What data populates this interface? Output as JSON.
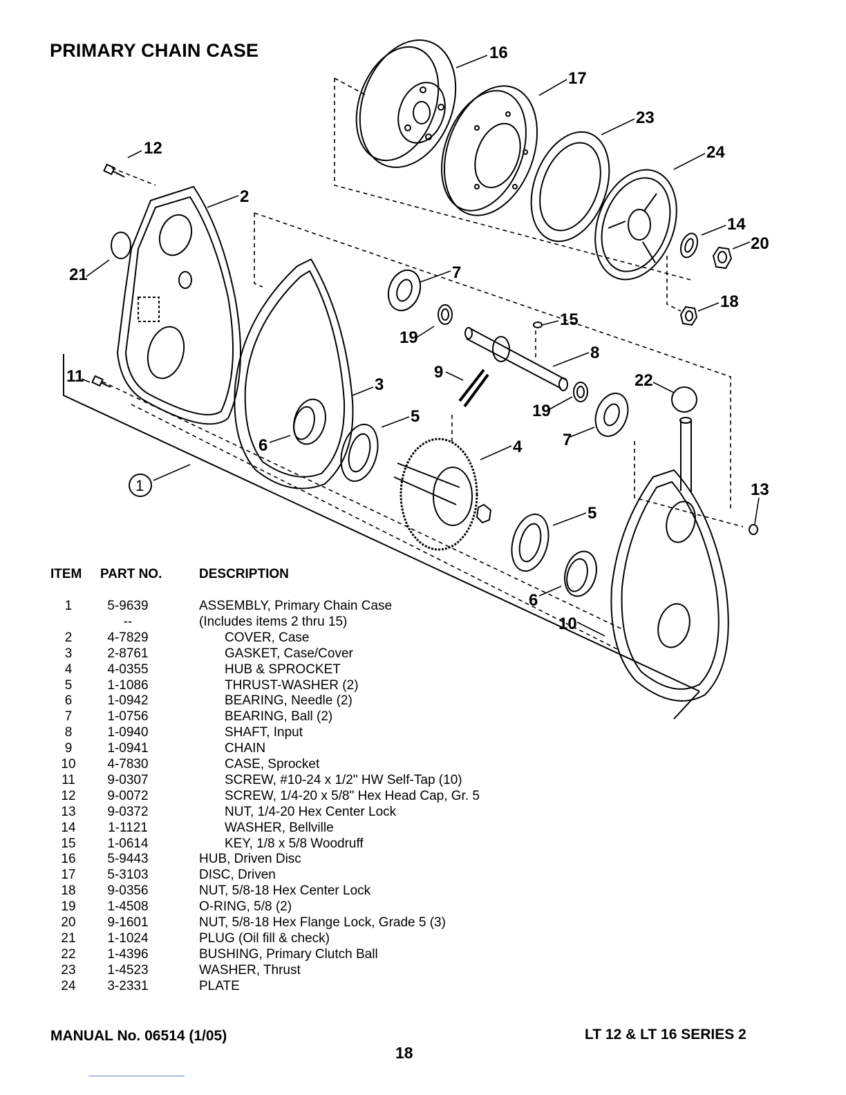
{
  "page": {
    "title": "PRIMARY CHAIN CASE",
    "footer_left": "MANUAL No. 06514 (1/05)",
    "page_number": "18",
    "footer_right": "LT 12 & LT 16 SERIES 2"
  },
  "diagram": {
    "callouts": [
      "16",
      "17",
      "23",
      "24",
      "12",
      "2",
      "14",
      "20",
      "21",
      "7",
      "18",
      "15",
      "19",
      "8",
      "11",
      "9",
      "3",
      "22",
      "19",
      "5",
      "7",
      "6",
      "4",
      "1",
      "13",
      "5",
      "6",
      "10"
    ]
  },
  "table": {
    "headers": {
      "item": "ITEM",
      "part": "PART NO.",
      "desc": "DESCRIPTION"
    },
    "rows": [
      {
        "item": "1",
        "part": "5-9639",
        "desc": "ASSEMBLY, Primary Chain Case",
        "indent": false
      },
      {
        "item": "",
        "part": "--",
        "desc": "(Includes items 2 thru 15)",
        "indent": false
      },
      {
        "item": "2",
        "part": "4-7829",
        "desc": "COVER, Case",
        "indent": true
      },
      {
        "item": "3",
        "part": "2-8761",
        "desc": "GASKET, Case/Cover",
        "indent": true
      },
      {
        "item": "4",
        "part": "4-0355",
        "desc": "HUB & SPROCKET",
        "indent": true
      },
      {
        "item": "5",
        "part": "1-1086",
        "desc": "THRUST-WASHER (2)",
        "indent": true
      },
      {
        "item": "6",
        "part": "1-0942",
        "desc": "BEARING, Needle (2)",
        "indent": true
      },
      {
        "item": "7",
        "part": "1-0756",
        "desc": "BEARING, Ball (2)",
        "indent": true
      },
      {
        "item": "8",
        "part": "1-0940",
        "desc": "SHAFT, Input",
        "indent": true
      },
      {
        "item": "9",
        "part": "1-0941",
        "desc": "CHAIN",
        "indent": true
      },
      {
        "item": "10",
        "part": "4-7830",
        "desc": "CASE, Sprocket",
        "indent": true
      },
      {
        "item": "11",
        "part": "9-0307",
        "desc": "SCREW, #10-24 x 1/2\" HW Self-Tap (10)",
        "indent": true
      },
      {
        "item": "12",
        "part": "9-0072",
        "desc": "SCREW, 1/4-20 x 5/8\" Hex Head Cap, Gr. 5",
        "indent": true
      },
      {
        "item": "13",
        "part": "9-0372",
        "desc": "NUT, 1/4-20 Hex Center Lock",
        "indent": true
      },
      {
        "item": "14",
        "part": "1-1121",
        "desc": "WASHER, Bellville",
        "indent": true
      },
      {
        "item": "15",
        "part": "1-0614",
        "desc": "KEY, 1/8 x 5/8 Woodruff",
        "indent": true
      },
      {
        "item": "16",
        "part": "5-9443",
        "desc": "HUB, Driven Disc",
        "indent": false
      },
      {
        "item": "17",
        "part": "5-3103",
        "desc": "DISC, Driven",
        "indent": false
      },
      {
        "item": "18",
        "part": "9-0356",
        "desc": "NUT, 5/8-18 Hex Center Lock",
        "indent": false
      },
      {
        "item": "19",
        "part": "1-4508",
        "desc": "O-RING, 5/8 (2)",
        "indent": false
      },
      {
        "item": "20",
        "part": "9-1601",
        "desc": "NUT, 5/8-18 Hex Flange Lock, Grade 5 (3)",
        "indent": false
      },
      {
        "item": "21",
        "part": "1-1024",
        "desc": "PLUG (Oil fill & check)",
        "indent": false
      },
      {
        "item": "22",
        "part": "1-4396",
        "desc": "BUSHING, Primary Clutch Ball",
        "indent": false
      },
      {
        "item": "23",
        "part": "1-4523",
        "desc": "WASHER, Thrust",
        "indent": false
      },
      {
        "item": "24",
        "part": "3-2331",
        "desc": "PLATE",
        "indent": false
      }
    ]
  }
}
